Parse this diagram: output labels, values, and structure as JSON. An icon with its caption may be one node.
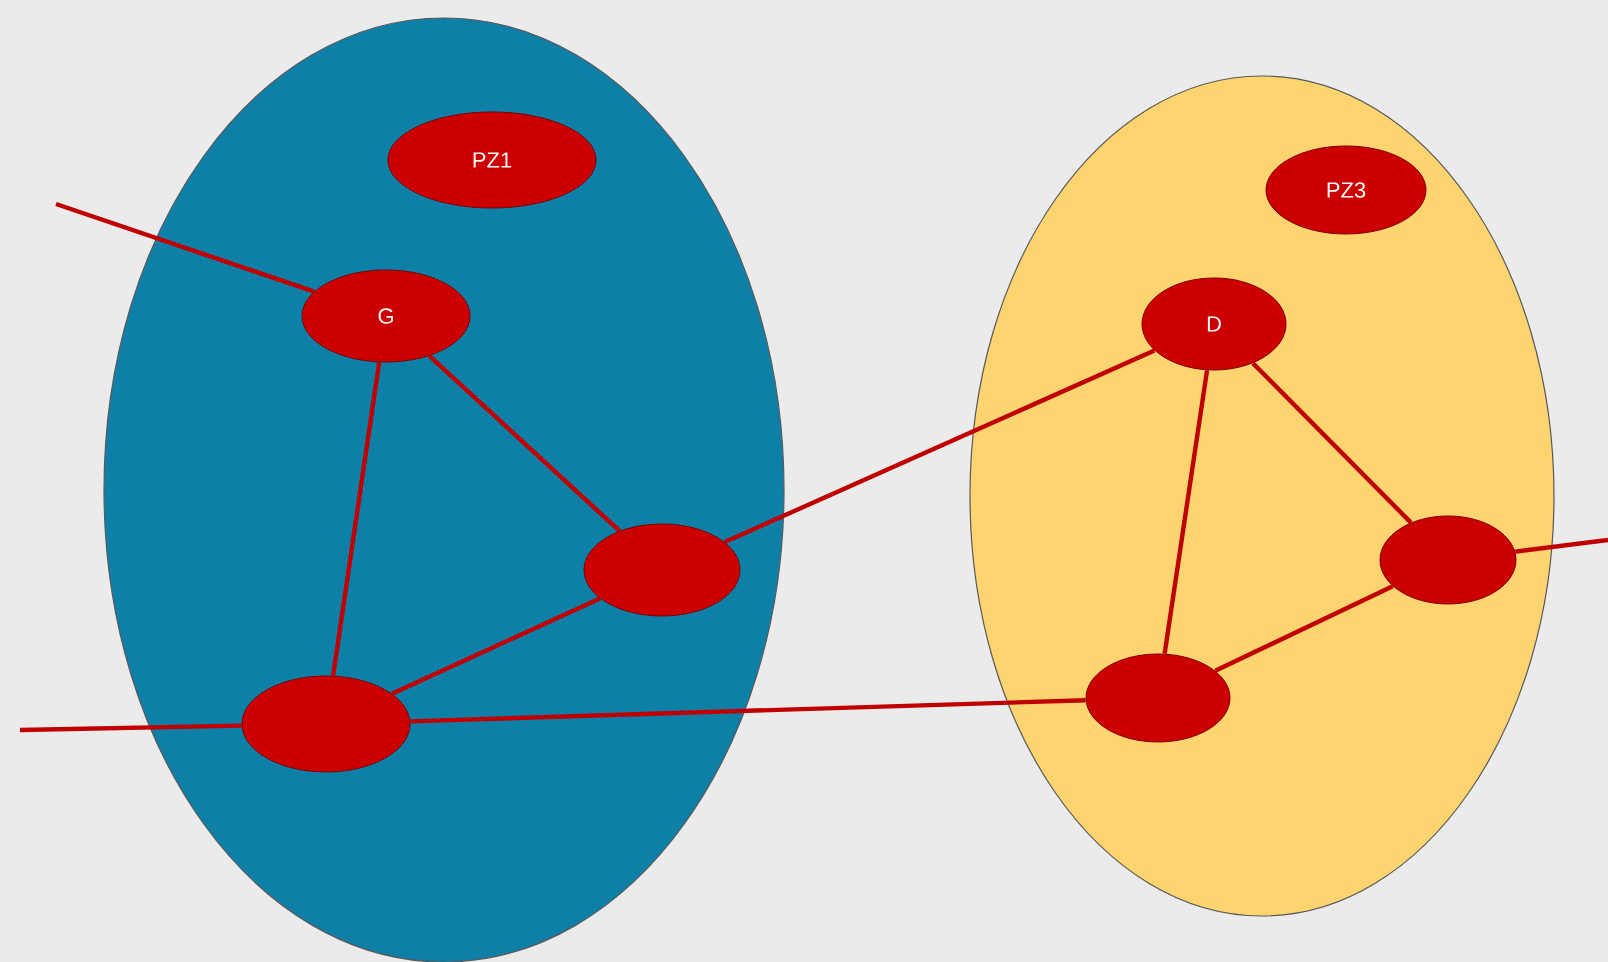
{
  "diagram": {
    "nodes": [
      {
        "text": [],
        "shape": "ellipse"
      },
      {
        "text": [
          "PZ1"
        ],
        "in": 0
      },
      {
        "text": [
          "G"
        ],
        "in": 0
      },
      {
        "text": [],
        "shape": "ellipse",
        "in": 0
      },
      {
        "text": [],
        "shape": "ellipse",
        "in": 0
      },
      {
        "text": [],
        "shape": "ellipse"
      },
      {
        "text": [
          "PZ3"
        ],
        "in": 5
      },
      {
        "text": [
          "D"
        ],
        "in": 5
      },
      {
        "text": [],
        "shape": "ellipse",
        "in": 5
      },
      {
        "text": [],
        "shape": "ellipse",
        "in": 5
      }
    ],
    "edges": [
      {
        "from": null,
        "to": 2,
        "arrow": "none"
      },
      {
        "from": 2,
        "to": 4,
        "arrow": "none"
      },
      {
        "from": 2,
        "to": 3,
        "arrow": "none"
      },
      {
        "from": 3,
        "to": 4,
        "arrow": "none"
      },
      {
        "from": null,
        "to": 4,
        "arrow": "none"
      },
      {
        "from": 3,
        "to": 7,
        "arrow": "none"
      },
      {
        "from": 4,
        "to": 9,
        "arrow": "none"
      },
      {
        "from": 7,
        "to": 9,
        "arrow": "none"
      },
      {
        "from": 7,
        "to": 8,
        "arrow": "none"
      },
      {
        "from": 9,
        "to": 8,
        "arrow": "none"
      },
      {
        "from": 8,
        "to": null,
        "arrow": "none"
      }
    ]
  }
}
